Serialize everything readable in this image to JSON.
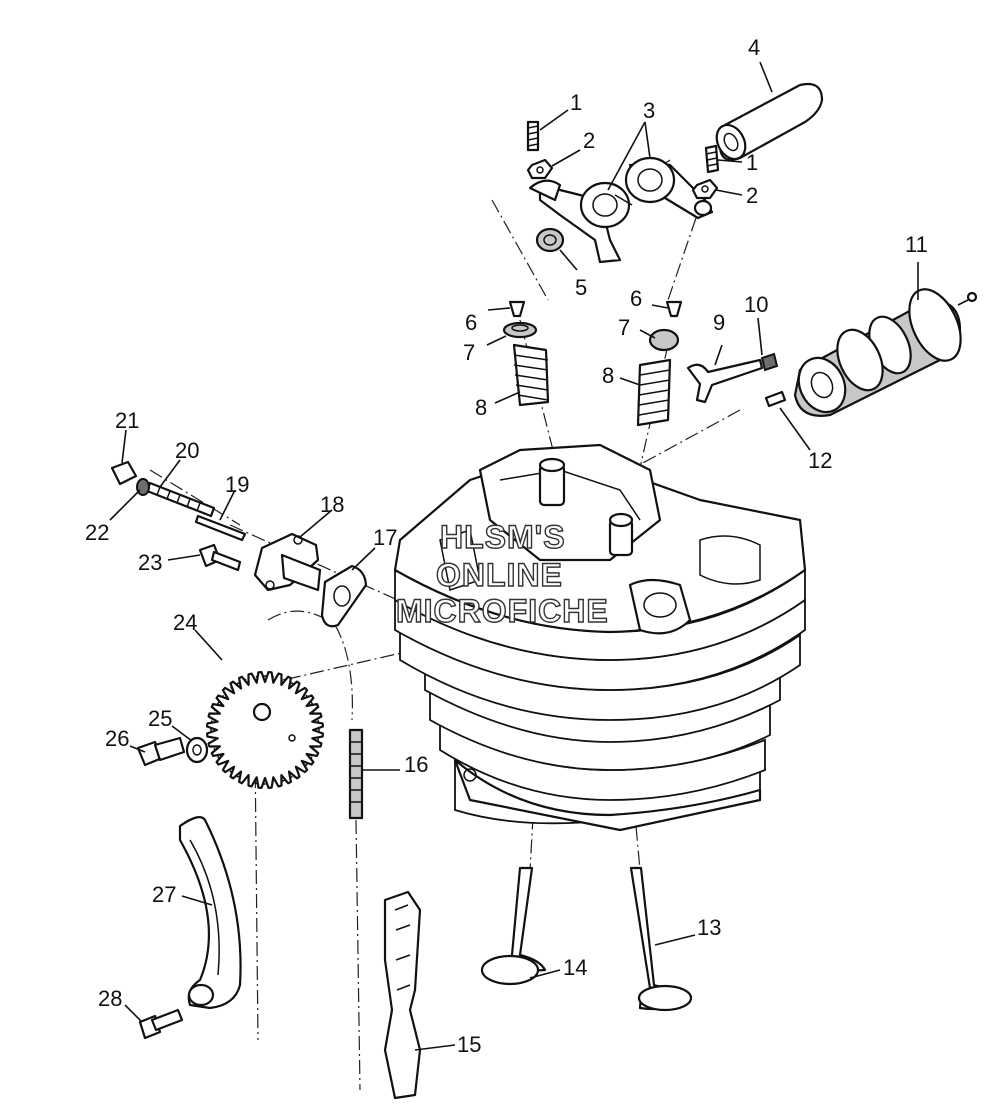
{
  "watermark": [
    "HLSM'S",
    "ONLINE",
    "MICROFICHE"
  ],
  "callouts": [
    "1",
    "2",
    "3",
    "4",
    "5",
    "6",
    "7",
    "8",
    "9",
    "10",
    "11",
    "12",
    "13",
    "14",
    "15",
    "16",
    "17",
    "18",
    "19",
    "20",
    "21",
    "22",
    "23",
    "24",
    "25",
    "26",
    "27",
    "28"
  ]
}
